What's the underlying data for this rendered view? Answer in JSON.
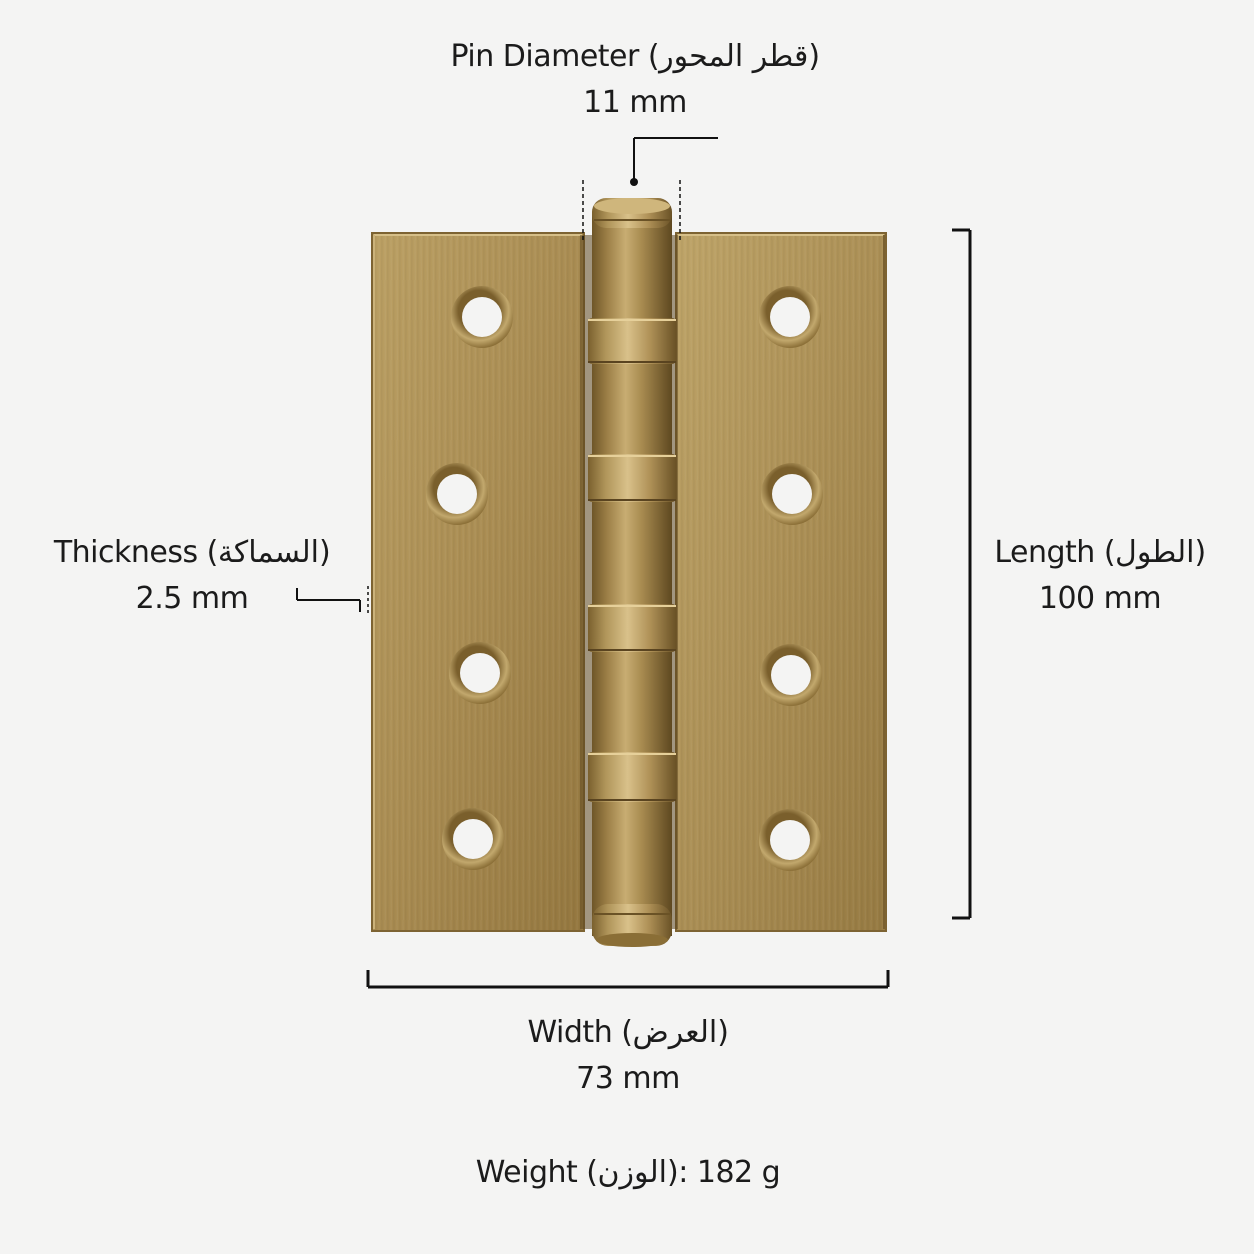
{
  "colors": {
    "background": "#f4f4f3",
    "brass_light": "#c3a86b",
    "brass_mid": "#a88b4f",
    "brass_dark": "#6e5628",
    "line": "#111111"
  },
  "labels": {
    "pin_diameter": {
      "title": "Pin Diameter (قطر المحور)",
      "value": "11 mm"
    },
    "thickness": {
      "title": "Thickness (السماكة)",
      "value": "2.5 mm"
    },
    "length": {
      "title": "Length (الطول)",
      "value": "100 mm"
    },
    "width": {
      "title": "Width (العرض)",
      "value": "73 mm"
    },
    "weight": "Weight (الوزن): 182 g"
  },
  "hinge": {
    "leaves": 2,
    "screw_holes_per_leaf": 4,
    "knuckle_rings": 4
  }
}
